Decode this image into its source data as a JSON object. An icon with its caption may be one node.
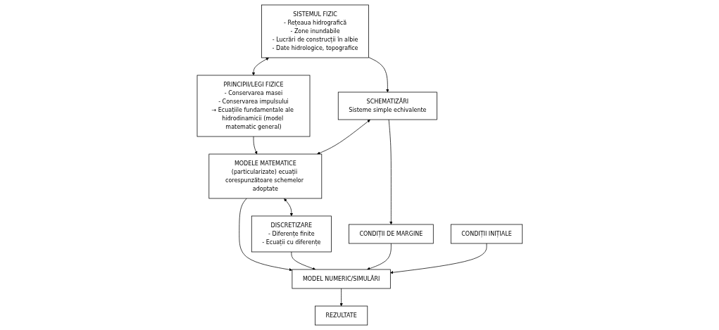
{
  "diagram": {
    "nodes": [
      {
        "text": [
          "SISTEMUL FIZIC",
          "- Rețeaua hidrografică",
          "- Zone inundabile",
          "- Lucrări de construcții în albie",
          "- Date hidrologice, topografice"
        ]
      },
      {
        "text": [
          "PRINCIPII/LEGI FIZICE",
          "- Conservarea masei",
          "- Conservarea impulsului",
          "→ Ecuațiile fundamentale ale hidrodinamicii (model matematic general)"
        ]
      },
      {
        "text": [
          "SCHEMATIZĂRI",
          "Sisteme simple echivalente"
        ]
      },
      {
        "text": [
          "MODELE MATEMATICE",
          "(particularizate) ecuații corespunzătoare schemelor adoptate"
        ]
      },
      {
        "text": [
          "DISCRETIZARE",
          "- Diferențe finite",
          "- Ecuații cu diferențe"
        ]
      },
      {
        "text": [
          "CONDIȚII DE MARGINE"
        ]
      },
      {
        "text": [
          "MODEL NUMERIC/SIMULĂRI"
        ]
      },
      {
        "text": [
          "REZULTATE"
        ]
      },
      {
        "text": [
          "CONDIȚII INIȚIALE"
        ]
      }
    ],
    "edges": [
      {
        "from": 0,
        "to": 1,
        "arrow": "both"
      },
      {
        "from": 0,
        "to": 2,
        "arrow": "to"
      },
      {
        "from": 1,
        "to": 3,
        "arrow": "to"
      },
      {
        "from": 2,
        "to": 3,
        "arrow": "both"
      },
      {
        "from": 3,
        "to": 4,
        "arrow": "both"
      },
      {
        "from": 2,
        "to": 5,
        "arrow": "to"
      },
      {
        "from": 3,
        "to": 6,
        "arrow": "to"
      },
      {
        "from": 4,
        "to": 6,
        "arrow": "to"
      },
      {
        "from": 5,
        "to": 6,
        "arrow": "to"
      },
      {
        "from": 6,
        "to": 7,
        "arrow": "to"
      },
      {
        "from": 8,
        "to": 6,
        "arrow": "to"
      }
    ]
  }
}
